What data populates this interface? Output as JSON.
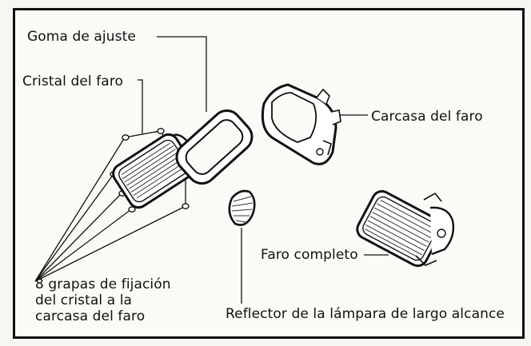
{
  "diagram": {
    "labels": {
      "goma": "Goma de ajuste",
      "cristal": "Cristal del faro",
      "carcasa": "Carcasa del faro",
      "grapas_line1": "8 grapas de fijación",
      "grapas_line2": "del cristal a la",
      "grapas_line3": "carcasa del faro",
      "faro_completo": "Faro completo",
      "reflector": "Reflector de la lámpara de largo alcance"
    },
    "icons": {
      "lens": "headlight-lens-icon",
      "gasket": "rubber-gasket-icon",
      "housing": "headlight-housing-icon",
      "reflector": "reflector-icon",
      "assembly": "headlight-assembly-icon",
      "clips": "retaining-clip-icon"
    },
    "colors": {
      "ink": "#111111",
      "paper": "#fbfaf6"
    }
  }
}
